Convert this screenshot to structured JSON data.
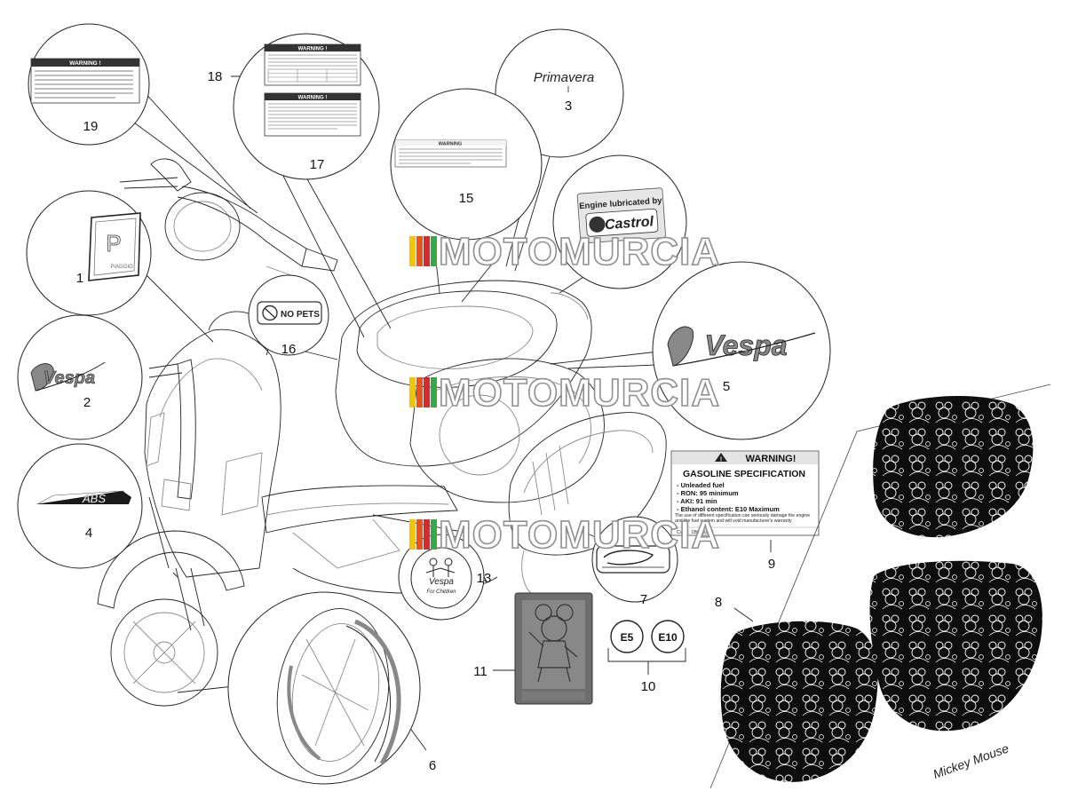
{
  "watermark": {
    "text": "MOTOMURCIA",
    "colors": [
      "#f4c400",
      "#e8541c",
      "#d62b2b",
      "#3aa64a",
      "#2a7fd4"
    ]
  },
  "callouts": [
    {
      "id": "1",
      "label": "1"
    },
    {
      "id": "2",
      "label": "2"
    },
    {
      "id": "3",
      "label": "3"
    },
    {
      "id": "4",
      "label": "4"
    },
    {
      "id": "5",
      "label": "5"
    },
    {
      "id": "6",
      "label": "6"
    },
    {
      "id": "7",
      "label": "7"
    },
    {
      "id": "8",
      "label": "8"
    },
    {
      "id": "9",
      "label": "9"
    },
    {
      "id": "10",
      "label": "10"
    },
    {
      "id": "11",
      "label": "11"
    },
    {
      "id": "13",
      "label": "13"
    },
    {
      "id": "15",
      "label": "15"
    },
    {
      "id": "16",
      "label": "16"
    },
    {
      "id": "17",
      "label": "17"
    },
    {
      "id": "18",
      "label": "18"
    },
    {
      "id": "19",
      "label": "19"
    }
  ],
  "decals": {
    "primavera_logo": "Primavera",
    "vespa_logo": "Vespa",
    "abs_badge": "ABS",
    "piaggio_plate": {
      "letter": "P",
      "brand": "PIAGGIO"
    },
    "no_pets": "NO PETS",
    "warning_small": "WARNING !",
    "warning_15": "WARNING",
    "castrol": {
      "line1": "Engine lubricated by",
      "brand": "Castrol"
    },
    "gasoline": {
      "header": "WARNING!",
      "title": "GASOLINE SPECIFICATION",
      "lines": [
        "- Unleaded fuel",
        "- RON: 95 minimum",
        "- AKI: 91 min",
        "- Ethanol content: E10 Maximum"
      ],
      "note": "The use of different specification can seriously damage the engine and the fuel system and will void manufacturer's warranty",
      "code": "Code: 1B009257"
    },
    "e5": "E5",
    "e10": "E10",
    "vespa_children": {
      "brand": "Vespa",
      "sub": "For Children"
    },
    "mickey_signature": "Mickey Mouse"
  },
  "colors": {
    "line": "#222222",
    "watermark_outline": "#8f8f8f",
    "decal_dark": "#111111",
    "plate_gray": "#6e6e6e"
  }
}
